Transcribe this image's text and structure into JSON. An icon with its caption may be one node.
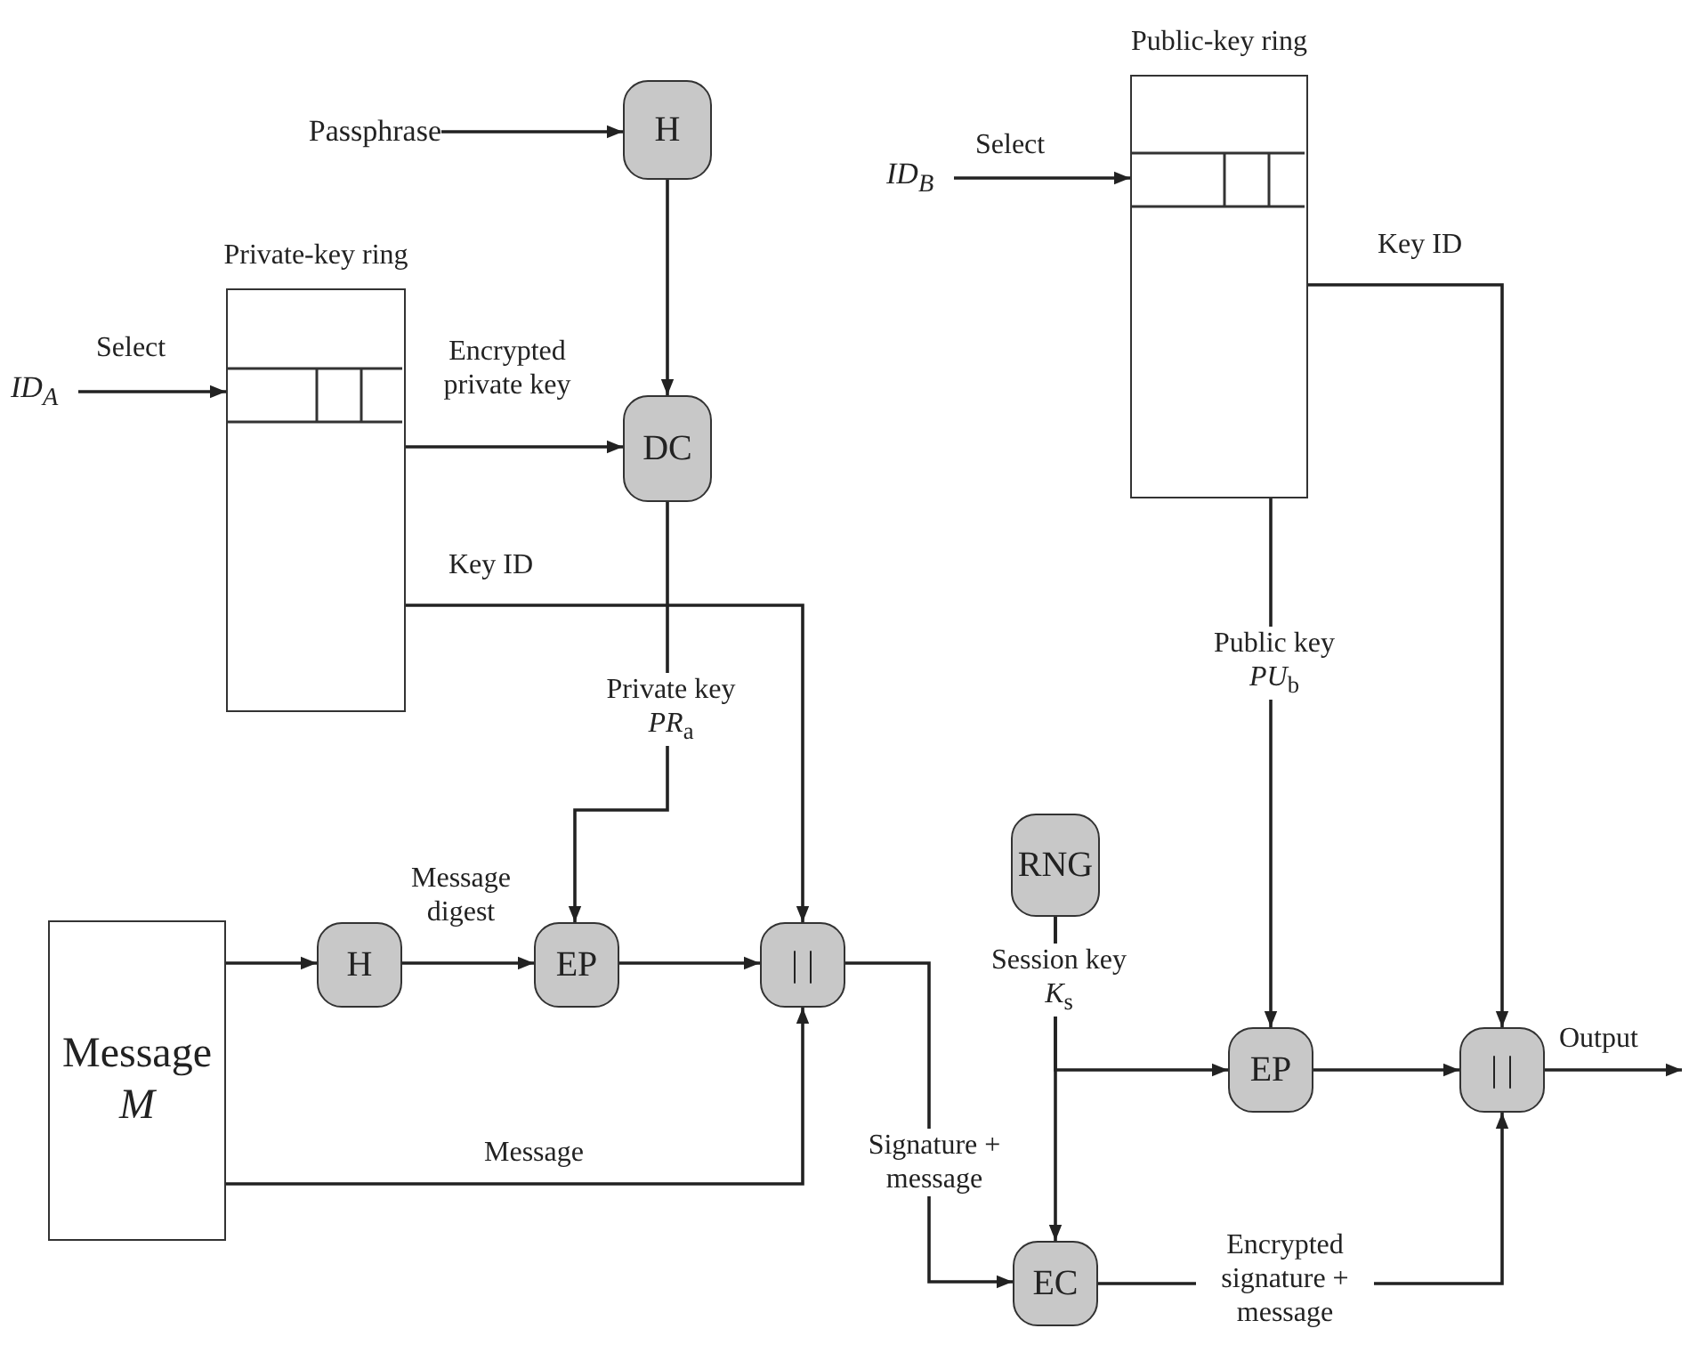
{
  "diagram": {
    "nodes": [
      {
        "text": [
          "Passphrase"
        ]
      },
      {
        "text": [
          "H"
        ]
      },
      {
        "text": [
          "Private-key ring"
        ]
      },
      {
        "text": [
          "ID$_{A}$"
        ]
      },
      {
        "text": [
          "Public-key ring"
        ]
      },
      {
        "text": [
          "ID$_{B}$"
        ]
      },
      {
        "text": [
          "DC"
        ]
      },
      {
        "text": [
          "Message *M*"
        ]
      },
      {
        "text": [
          "H"
        ]
      },
      {
        "text": [
          "EP"
        ]
      },
      {
        "text": [
          "| |"
        ]
      },
      {
        "text": [
          "RNG"
        ]
      },
      {
        "text": [
          "EP"
        ]
      },
      {
        "text": [
          "| |"
        ]
      },
      {
        "text": [
          "EC"
        ]
      }
    ],
    "edges": [
      {
        "from": 0,
        "to": 1,
        "arrow": "to"
      },
      {
        "from": 1,
        "to": 6,
        "arrow": "to"
      },
      {
        "from": 3,
        "to": 2,
        "arrow": "to",
        "label": "Select"
      },
      {
        "from": 2,
        "to": 6,
        "arrow": "to",
        "label": "Encrypted private key"
      },
      {
        "from": 2,
        "to": 10,
        "arrow": "to",
        "label": "Key ID"
      },
      {
        "from": 6,
        "to": 9,
        "arrow": "to",
        "label": "Private key *PR*$_{a}$"
      },
      {
        "from": 7,
        "to": 8,
        "arrow": "to"
      },
      {
        "from": 8,
        "to": 9,
        "arrow": "to",
        "label": "Message digest"
      },
      {
        "from": 9,
        "to": 10,
        "arrow": "to"
      },
      {
        "from": 7,
        "to": 10,
        "arrow": "to",
        "label": "Message"
      },
      {
        "from": 10,
        "to": 14,
        "arrow": "to",
        "label": "Signature + message"
      },
      {
        "from": 5,
        "to": 4,
        "arrow": "to",
        "label": "Select"
      },
      {
        "from": 4,
        "to": 13,
        "arrow": "to",
        "label": "Key ID"
      },
      {
        "from": 4,
        "to": 12,
        "arrow": "to",
        "label": "Public key *PU*$_{b}$"
      },
      {
        "from": 11,
        "to": 12,
        "arrow": "to",
        "label": "Session key *K*$_{s}$"
      },
      {
        "from": 11,
        "to": 14,
        "arrow": "to"
      },
      {
        "from": 12,
        "to": 13,
        "arrow": "to"
      },
      {
        "from": 14,
        "to": 13,
        "arrow": "to",
        "label": "Encrypted signature + message"
      },
      {
        "from": 13,
        "to": null,
        "arrow": "to",
        "label": "Output"
      }
    ]
  }
}
